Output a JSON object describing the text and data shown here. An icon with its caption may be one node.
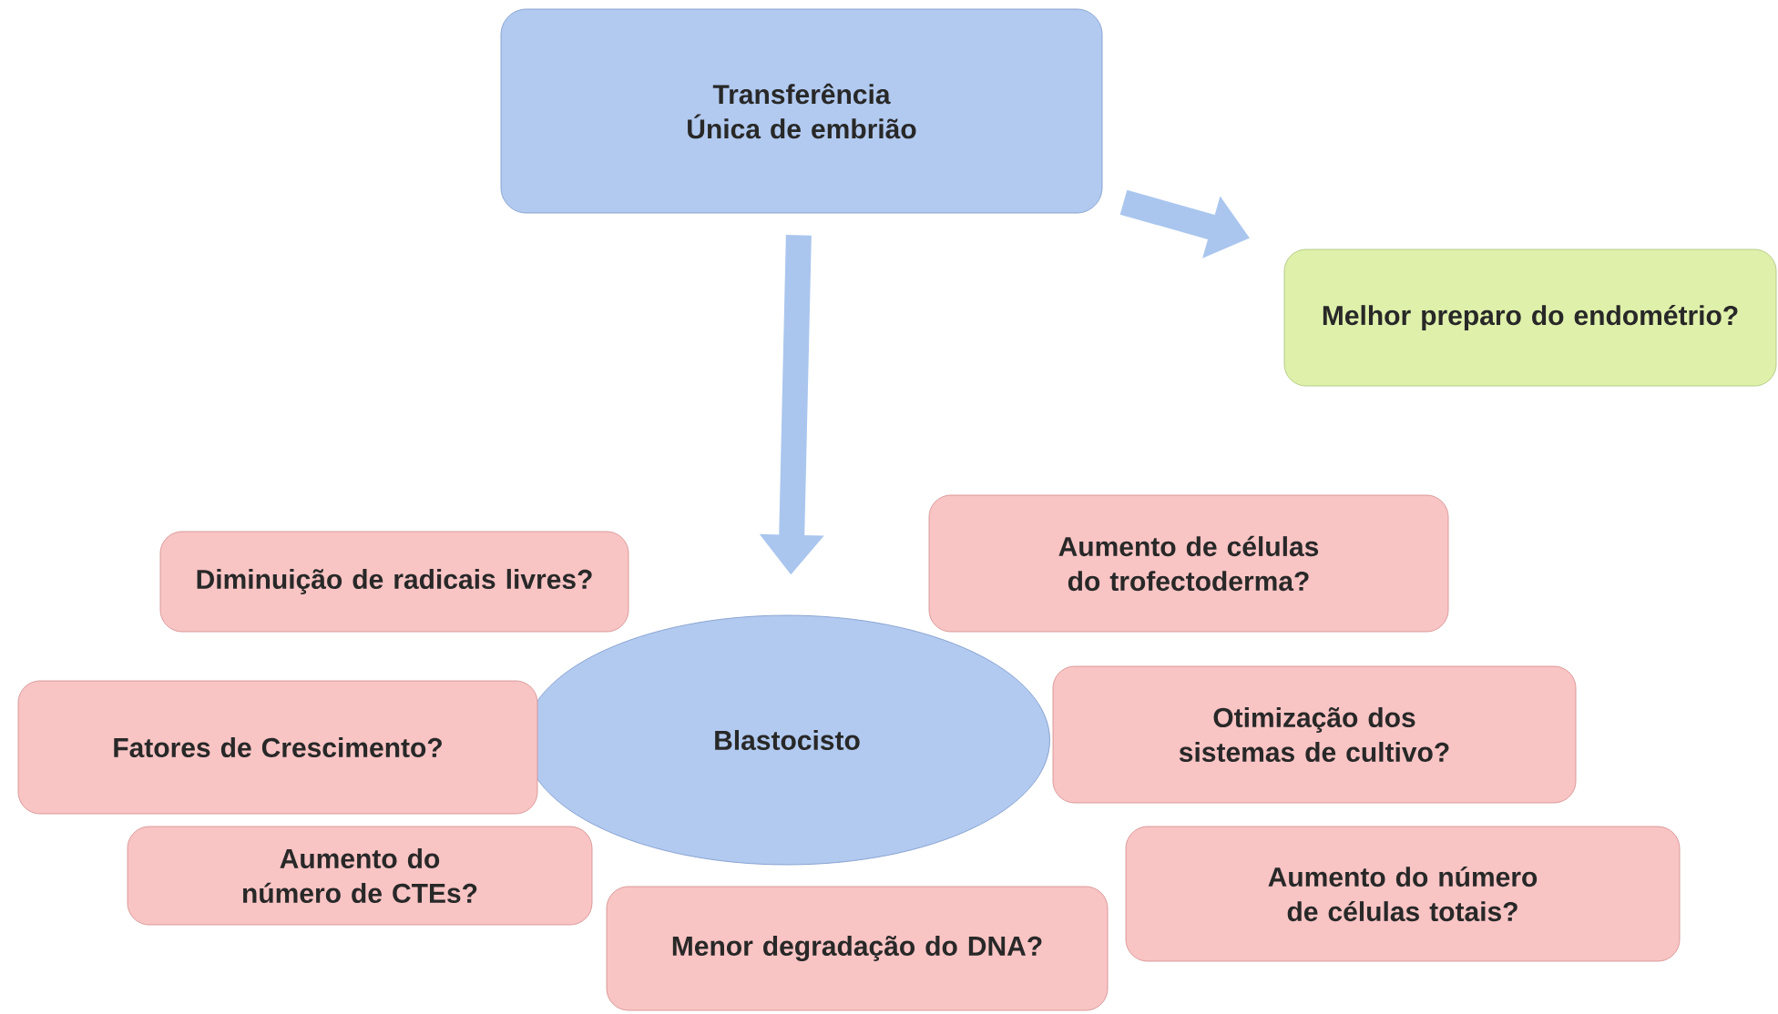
{
  "diagram": {
    "nodes": [
      {
        "text": [
          "Transferência Única de embrião"
        ]
      },
      {
        "text": [
          "Melhor preparo do endométrio?"
        ]
      },
      {
        "text": [
          "Aumento de células do trofectoderma?"
        ]
      },
      {
        "text": [
          "Diminuição de radicais livres?"
        ]
      },
      {
        "text": [
          "Blastocisto"
        ]
      },
      {
        "text": [
          "Otimização dos sistemas de cultivo?"
        ]
      },
      {
        "text": [
          "Fatores de Crescimento?"
        ]
      },
      {
        "text": [
          "Aumento do número de CTEs?"
        ]
      },
      {
        "text": [
          "Aumento do número de células totais?"
        ]
      },
      {
        "text": [
          "Menor degradação do DNA?"
        ]
      }
    ],
    "edges": [
      {
        "from": 0,
        "to": 1,
        "arrow": "to"
      },
      {
        "from": 0,
        "to": 4,
        "arrow": "to"
      }
    ]
  }
}
